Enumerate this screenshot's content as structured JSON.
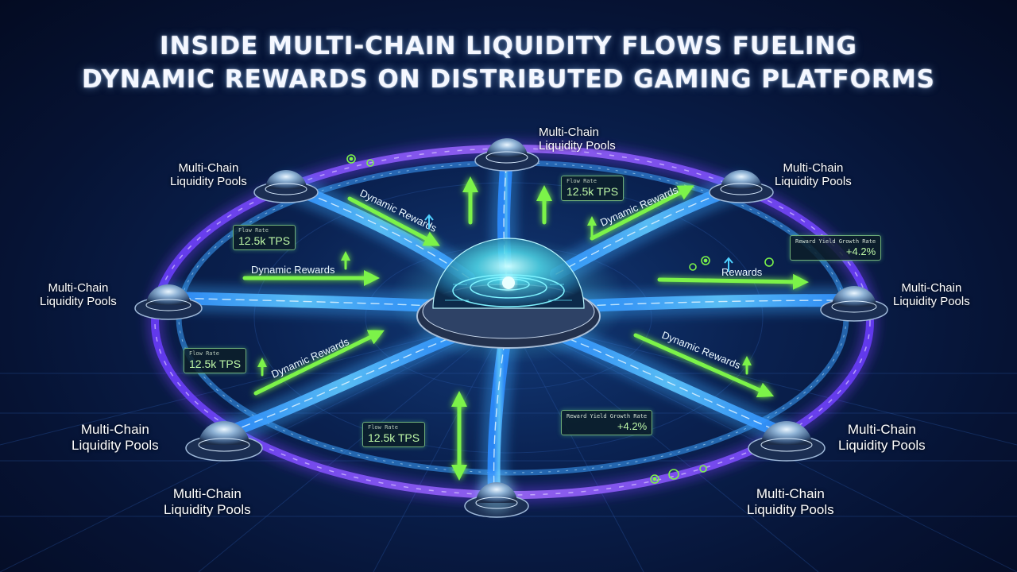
{
  "title": {
    "line1": "INSIDE MULTI-CHAIN LIQUIDITY FLOWS FUELING",
    "line2": "DYNAMIC REWARDS ON DISTRIBUTED GAMING PLATFORMS"
  },
  "pool_label": {
    "line1": "Multi-Chain",
    "line2": "Liquidity Pools"
  },
  "arrow_labels": {
    "dynamic_rewards": "Dynamic Rewards",
    "rewards": "Rewards"
  },
  "stat_boxes": {
    "tps_caption": "Flow Rate",
    "tps_value": "12.5k TPS",
    "yield_caption": "Reward Yield Growth Rate",
    "yield_value": "+4.2%"
  },
  "colors": {
    "background": "#061334",
    "flow_blue": "#3fa9ff",
    "flow_purple": "#8a4dff",
    "arrow_green": "#7cf34a",
    "hub_glow": "#5ff0ff",
    "text": "#ffffff"
  },
  "icons": [
    "coin-icon",
    "up-arrow-icon",
    "globe-icon"
  ]
}
